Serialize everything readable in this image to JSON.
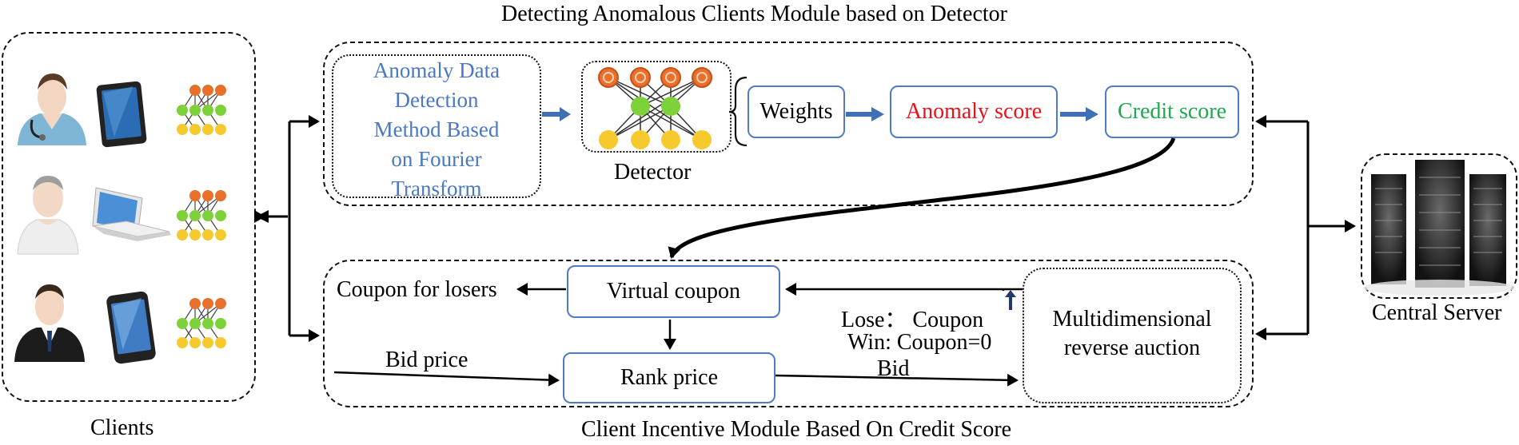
{
  "top_title": "Detecting Anomalous Clients Module based on Detector",
  "bottom_title": "Client Incentive Module Based On Credit Score",
  "clients_label": "Clients",
  "server_label": "Central Server",
  "detector_label": "Detector",
  "fourier_box": [
    "Anomaly Data",
    "Detection",
    "Method Based",
    "on Fourier",
    "Transform"
  ],
  "weights": "Weights",
  "anomaly_score": "Anomaly score",
  "credit_score": "Credit score",
  "virtual_coupon": "Virtual coupon",
  "rank_price": "Rank price",
  "auction": [
    "Multidimensional",
    "reverse auction"
  ],
  "coupon_for_losers": "Coupon for losers",
  "bid_price": "Bid price",
  "lose_text": "Lose： Coupon",
  "win_text": "Win:  Coupon=0",
  "bid": "Bid",
  "colors": {
    "box_border": "#4f7bc4",
    "fourier_text": "#4a78c2",
    "anomaly_text": "#e8121b",
    "credit_text": "#1fa84f",
    "node_orange": "#e8702a",
    "node_green": "#7cd238",
    "node_yellow": "#f6c92e",
    "arrow_blue": "#3f6fb5"
  }
}
